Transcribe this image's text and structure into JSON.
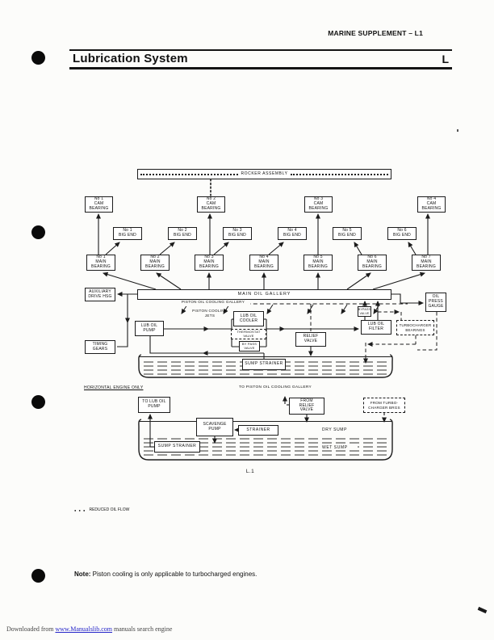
{
  "page": {
    "header": "MARINE SUPPLEMENT – L1",
    "title": "Lubrication System",
    "section_letter": "L",
    "figure_caption": "L.1",
    "legend_marker": "● ● ●",
    "legend_label": "REDUCED OIL FLOW",
    "note_label": "Note:",
    "note_text": " Piston cooling is only applicable to turbocharged engines.",
    "footer_prefix": "Downloaded from ",
    "footer_link": "www.Manualslib.com",
    "footer_suffix": " manuals search engine"
  },
  "diagram": {
    "rocker_assembly": "ROCKER ASSEMBLY",
    "main_oil_gallery": "MAIN OIL GALLERY",
    "piston_oil_cooling_gallery": "PISTON OIL COOLING GALLERY",
    "piston_cooling_jets": "PISTON COOLING\nJETS",
    "horizontal_engine_only": "HORIZONTAL ENGINE ONLY",
    "to_piston_oil_cooling_gallery": "TO PISTON OIL COOLING GALLERY",
    "cam_bearings": [
      "No 1\nCAM\nBEARING",
      "No 2\nCAM\nBEARING",
      "No 3\nCAM\nBEARING",
      "No 4\nCAM\nBEARING"
    ],
    "big_ends": [
      "No 1\nBIG END",
      "No 2\nBIG END",
      "No 3\nBIG END",
      "No 4\nBIG END",
      "No 5\nBIG END",
      "No 6\nBIG END"
    ],
    "main_bearings": [
      "No 1\nMAIN\nBEARING",
      "No 2\nMAIN\nBEARING",
      "No 3\nMAIN\nBEARING",
      "No 4\nMAIN\nBEARING",
      "No 5\nMAIN\nBEARING",
      "No 6\nMAIN\nBEARING",
      "No 7\nMAIN\nBEARING"
    ],
    "auxiliary_drive_hsg": "AUXILIARY\nDRIVE HSG",
    "oil_press_gauge": "OIL\nPRESS\nGAUGE",
    "lub_oil_pump": "LUB OIL\nPUMP",
    "lub_oil_cooler": "LUB OIL\nCOOLER",
    "thermostat_valve": "THERMOSTAT\nVALVE",
    "by_pass_valve": "BY PASS\nVALVE",
    "relief_valve": "RELIEF\nVALVE",
    "bypass_valve": "BYPASS\nVALVE",
    "lub_oil_filter": "LUB OIL\nFILTER",
    "turbocharger_bearings": "TURBOCHARGER\nBEARINGS",
    "timing_gears": "TIMING\nGEARS",
    "sump_strainer_upper": "SUMP STRAINER",
    "sump_strainer_lower": "SUMP STRAINER",
    "to_lub_oil_pump": "TO LUB OIL\nPUMP",
    "from_relief_valve": "FROM\nRELIEF\nVALVE",
    "from_turbocharger_brgs": "FROM TURBO-\nCHARGER BRGS",
    "scavenge_pump": "SCAVENGE\nPUMP",
    "strainer": "STRAINER",
    "dry_sump": "DRY SUMP",
    "wet_sump": "WET SUMP"
  }
}
